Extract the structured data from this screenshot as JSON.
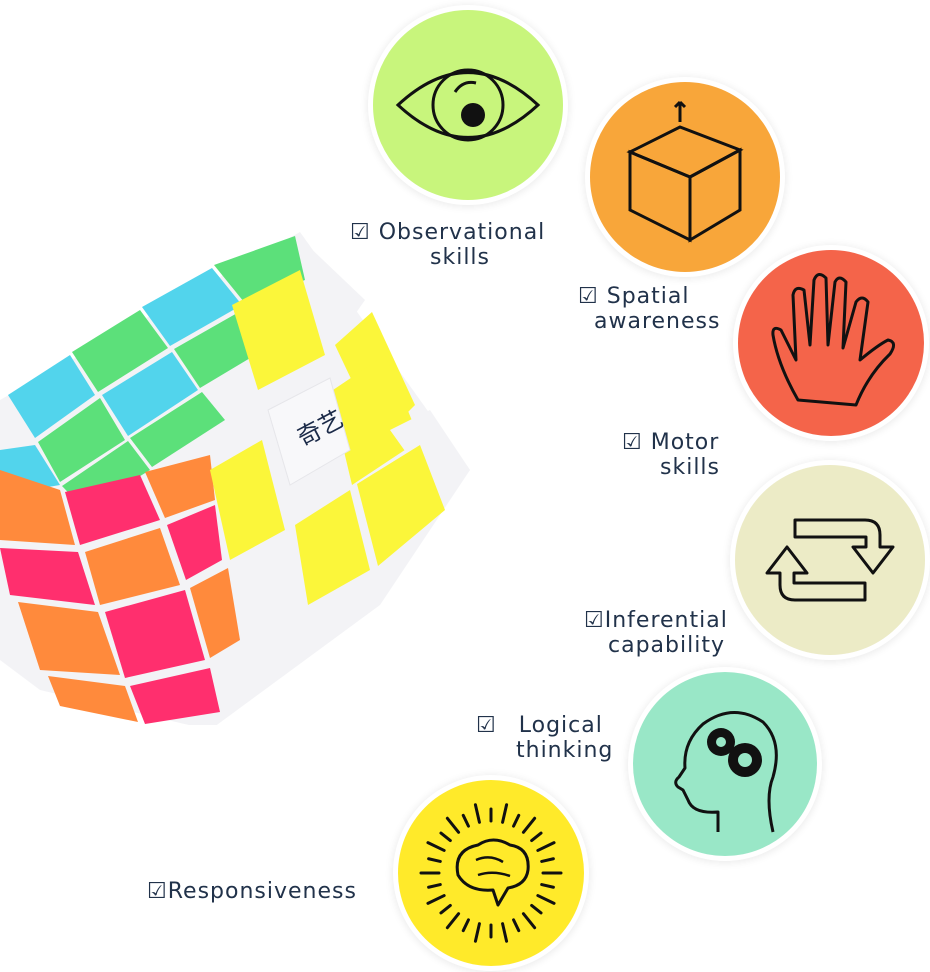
{
  "cube": {
    "logo_text": "奇艺"
  },
  "skills": [
    {
      "name_line1": "Observational",
      "name_line2": "skills",
      "icon": "eye-icon",
      "color": "#c8f57c",
      "check": "☑"
    },
    {
      "name_line1": "Spatial",
      "name_line2": "awareness",
      "icon": "cube-outline-icon",
      "color": "#f8a63a",
      "check": "☑"
    },
    {
      "name_line1": "Motor",
      "name_line2": "skills",
      "icon": "hand-icon",
      "color": "#f4644a",
      "check": "☑"
    },
    {
      "name_line1": "Inferential",
      "name_line2": "capability",
      "icon": "cycle-arrows-icon",
      "color": "#ecebc6",
      "check": "☑"
    },
    {
      "name_line1": "Logical",
      "name_line2": "thinking",
      "icon": "head-gears-icon",
      "color": "#99e7c7",
      "check": "☑"
    },
    {
      "name_line1": "Responsiveness",
      "name_line2": "",
      "icon": "brain-burst-icon",
      "color": "#ffea2a",
      "check": "☑"
    }
  ]
}
